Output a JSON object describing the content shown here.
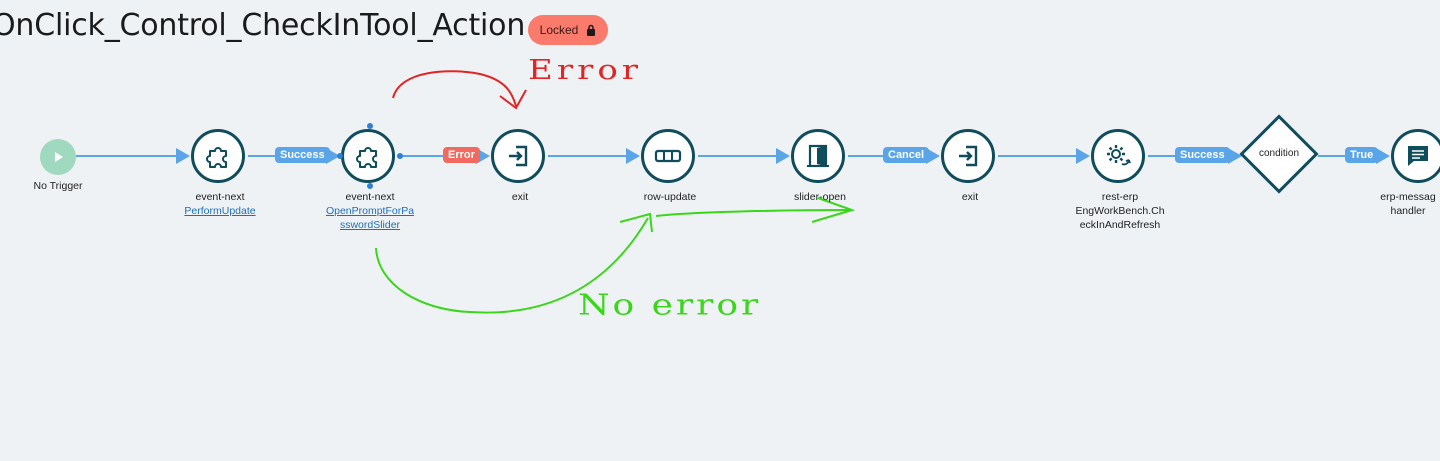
{
  "header": {
    "title": "OnClick_Control_CheckInTool_Action",
    "status_badge": "Locked",
    "status_icon": "lock-icon"
  },
  "flow": {
    "trigger": {
      "label": "No Trigger",
      "icon": "play-icon"
    },
    "nodes": [
      {
        "type": "event-next",
        "detail": "PerformUpdate",
        "icon": "puzzle-icon"
      },
      {
        "type": "event-next",
        "detail": "OpenPromptForPa sswordSlider",
        "detail_line1": "OpenPromptForPa",
        "detail_line2": "sswordSlider",
        "icon": "puzzle-icon"
      },
      {
        "type": "exit",
        "icon": "exit-icon"
      },
      {
        "type": "row-update",
        "icon": "row-icon"
      },
      {
        "type": "slider-open",
        "icon": "door-icon"
      },
      {
        "type": "exit",
        "icon": "exit-icon"
      },
      {
        "type": "rest-erp",
        "detail_line1": "EngWorkBench.Ch",
        "detail_line2": "eckInAndRefresh",
        "icon": "gear-sync-icon"
      },
      {
        "type": "condition",
        "icon": "diamond-shape"
      },
      {
        "type_line1": "erp-messag",
        "type_line2": "handler",
        "icon": "message-icon"
      }
    ],
    "edge_labels": {
      "success_1": "Success",
      "error": "Error",
      "cancel": "Cancel",
      "success_2": "Success",
      "true": "True"
    },
    "colors": {
      "node_border": "#0f4c5c",
      "edge": "#5aa5e8",
      "success_pill": "#5aa5e8",
      "error_pill": "#f06a60",
      "locked_badge": "#fa7b6b",
      "trigger": "#9fd9bf"
    }
  },
  "annotations": {
    "red_text": "Error",
    "green_text": "No error"
  }
}
